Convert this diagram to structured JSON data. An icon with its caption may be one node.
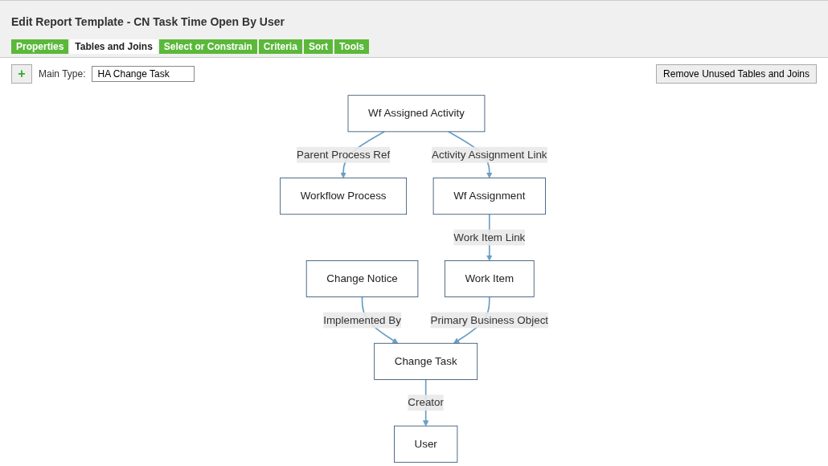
{
  "diagram": {
    "title": "Edit Report Template - CN Task Time Open By User",
    "nodes": [
      {
        "text": [
          "Change Task"
        ]
      },
      {
        "text": [
          "Change Notice"
        ]
      },
      {
        "text": [
          "User"
        ]
      },
      {
        "text": [
          "Workflow Process"
        ]
      },
      {
        "text": [
          "Work Item"
        ]
      },
      {
        "text": [
          "Wf Assignment"
        ]
      },
      {
        "text": [
          "Wf Assigned Activity"
        ]
      }
    ],
    "edges": [
      {
        "from": 1,
        "to": 0,
        "arrow": "to",
        "label": "Implemented By"
      },
      {
        "from": 0,
        "to": 2,
        "arrow": "to",
        "label": "Creator"
      },
      {
        "from": 4,
        "to": 0,
        "arrow": "to",
        "label": "Primary Business Object"
      },
      {
        "from": 5,
        "to": 4,
        "arrow": "to",
        "label": "Work Item Link"
      },
      {
        "from": 6,
        "to": 5,
        "arrow": "to",
        "label": "Activity Assignment Link"
      },
      {
        "from": 6,
        "to": 3,
        "arrow": "to",
        "label": "Parent Process Ref"
      }
    ],
    "labels": [
      "Properties",
      "Tables and Joins",
      "Select or Constrain",
      "Criteria",
      "Sort",
      "Tools",
      "+",
      "Main Type:",
      "HA Change Task",
      "Remove Unused Tables and Joins"
    ]
  }
}
